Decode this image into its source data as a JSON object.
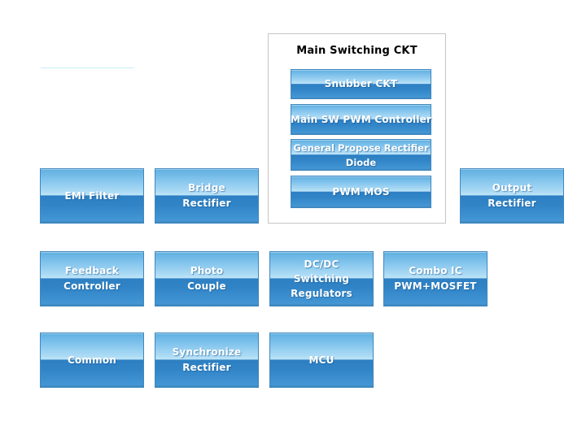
{
  "main_group": {
    "title": "Main Switching CKT",
    "blocks": [
      {
        "label": "Snubber CKT"
      },
      {
        "label": "Main SW PWM Controller"
      },
      {
        "label": "General Propose Rectifier\nDiode"
      },
      {
        "label": "PWM MOS"
      }
    ]
  },
  "blocks": [
    {
      "label": "EMI Filter"
    },
    {
      "label": "Bridge\nRectifier"
    },
    {
      "label": "Output\nRectifier"
    },
    {
      "label": "Feedback\nController"
    },
    {
      "label": "Photo\nCouple"
    },
    {
      "label": "DC/DC\nSwitching\nRegulators"
    },
    {
      "label": "Combo IC\nPWM+MOSFET"
    },
    {
      "label": "Common"
    },
    {
      "label": "Synchronize\nRectifier"
    },
    {
      "label": "MCU"
    }
  ],
  "colors": {
    "block_border": "#4187bd",
    "block_gradient_top": "#5fafe1",
    "block_gradient_highlight": "#bfe5f9",
    "block_gradient_mid_dark": "#2d7fc2",
    "block_gradient_bottom": "#4496d4",
    "block_text": "#ffffff",
    "group_border": "#c5c5c5",
    "group_title_text": "#000000",
    "accent_line": "#c9f1f6"
  }
}
